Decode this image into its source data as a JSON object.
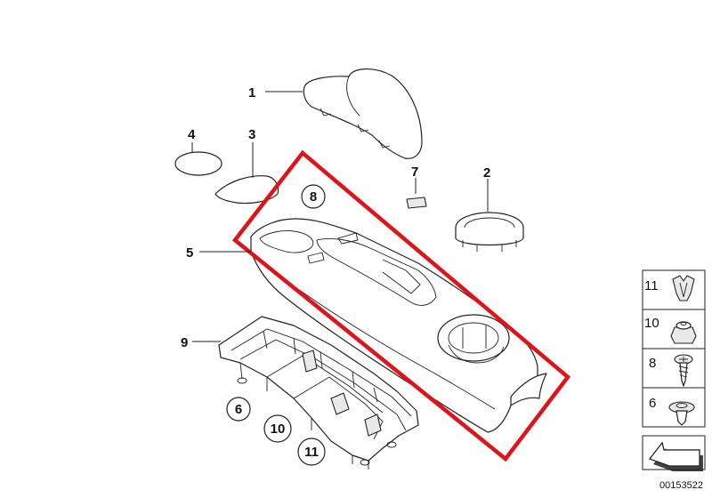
{
  "callouts": [
    {
      "id": "c1",
      "label": "1"
    },
    {
      "id": "c2",
      "label": "2"
    },
    {
      "id": "c3",
      "label": "3"
    },
    {
      "id": "c4",
      "label": "4"
    },
    {
      "id": "c5",
      "label": "5"
    },
    {
      "id": "c7",
      "label": "7"
    },
    {
      "id": "c9",
      "label": "9"
    }
  ],
  "circled_callouts": [
    "8",
    "6",
    "10",
    "11"
  ],
  "sidebar": {
    "items": [
      {
        "label": "11",
        "icon": "clip-nut-icon"
      },
      {
        "label": "10",
        "icon": "hex-nut-icon"
      },
      {
        "label": "8",
        "icon": "screw-icon"
      },
      {
        "label": "6",
        "icon": "expanding-rivet-icon"
      }
    ],
    "bottom_icon": "arrow-icon"
  },
  "reference_number": "00153522",
  "highlight_color": "#e0121a"
}
